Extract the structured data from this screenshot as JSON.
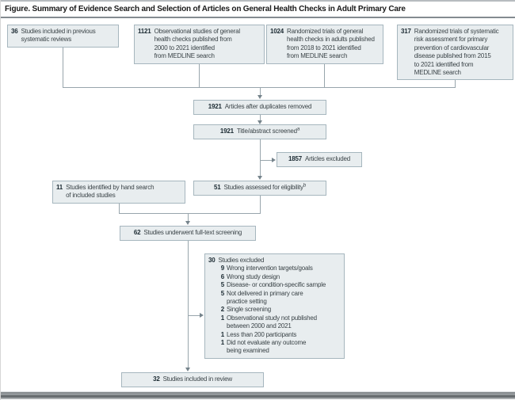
{
  "title": "Figure. Summary of Evidence Search and Selection of Articles on General Health Checks in Adult Primary Care",
  "colors": {
    "box_fill": "#e8edef",
    "box_border": "#a6b6be",
    "connector_line": "#98a5ac",
    "number_text": "#1b2a32",
    "body_text": "#3a4347"
  },
  "flowchart": {
    "sources": [
      {
        "number": "36",
        "text": "Studies included in previous\nsystematic reviews"
      },
      {
        "number": "1121",
        "text": "Observational studies of general\nhealth checks published from\n2000 to 2021 identified\nfrom MEDLINE search"
      },
      {
        "number": "1024",
        "text": "Randomized trials of general\nhealth checks in adults published\nfrom 2018 to 2021 identified\nfrom MEDLINE search"
      },
      {
        "number": "317",
        "text": "Randomized trials of systematic\nrisk assessment for primary\nprevention of cardiovascular\ndisease published from 2015\nto 2021 identified from\nMEDLINE search"
      }
    ],
    "duplicates_removed": {
      "number": "1921",
      "text": "Articles after duplicates removed"
    },
    "title_abstract": {
      "number": "1921",
      "text": "Title/abstract screened",
      "superscript": "a"
    },
    "articles_excluded": {
      "number": "1857",
      "text": "Articles excluded"
    },
    "hand_search": {
      "number": "11",
      "text": "Studies identified by hand search\nof included studies"
    },
    "eligibility": {
      "number": "51",
      "text": "Studies assessed for eligibility",
      "superscript": "b"
    },
    "full_text": {
      "number": "62",
      "text": "Studies underwent full-text screening"
    },
    "excluded": {
      "number": "30",
      "text": "Studies excluded",
      "items": [
        {
          "number": "9",
          "text": "Wrong intervention targets/goals"
        },
        {
          "number": "6",
          "text": "Wrong study design"
        },
        {
          "number": "5",
          "text": "Disease- or condition-specific sample"
        },
        {
          "number": "5",
          "text": "Not delivered in primary care\npractice setting"
        },
        {
          "number": "2",
          "text": "Single screening"
        },
        {
          "number": "1",
          "text": "Observational study not published\nbetween 2000 and 2021"
        },
        {
          "number": "1",
          "text": "Less than 200 participants"
        },
        {
          "number": "1",
          "text": "Did not evaluate any outcome\nbeing examined"
        }
      ]
    },
    "included": {
      "number": "32",
      "text": "Studies included in review"
    }
  }
}
